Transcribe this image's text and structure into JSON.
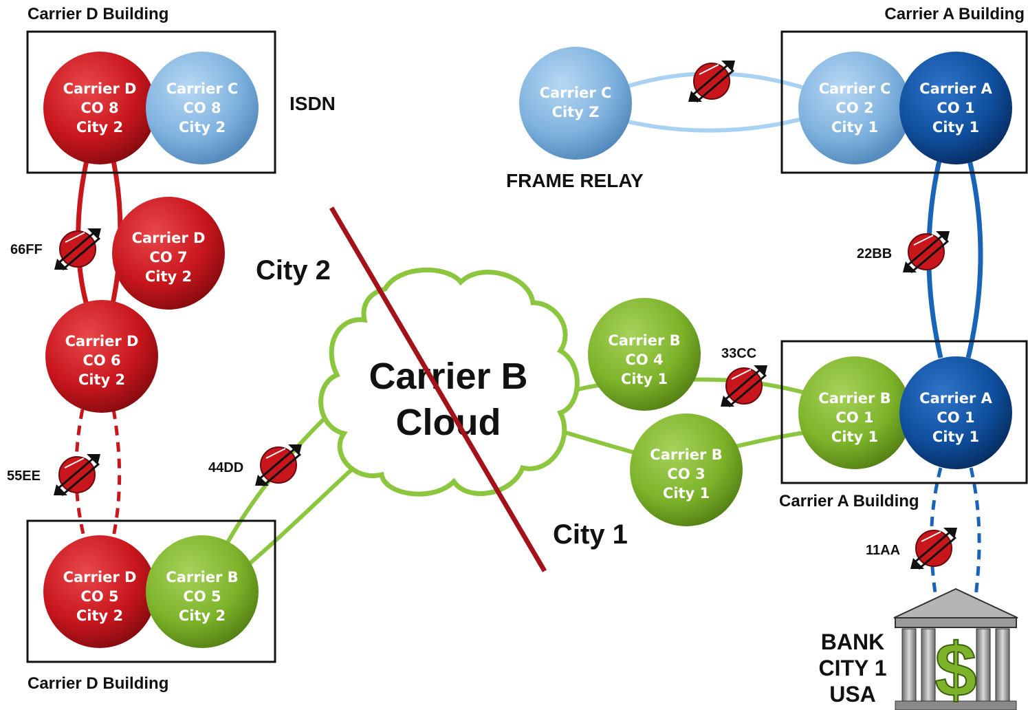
{
  "colors": {
    "carrier_d": "#c8161d",
    "carrier_c": "#7fb2de",
    "carrier_a": "#0f4f9e",
    "carrier_b": "#7db32a",
    "city_divider": "#a3121a",
    "line_blue_light": "#a9d1f2",
    "line_blue_dark": "#1a64b8"
  },
  "buildings": {
    "carrier_d_top": "Carrier D Building",
    "carrier_a_top": "Carrier A Building",
    "carrier_a_mid": "Carrier A Building",
    "carrier_d_bottom": "Carrier D Building"
  },
  "labels": {
    "isdn": "ISDN",
    "frame_relay": "FRAME RELAY",
    "city2": "City 2",
    "city1": "City 1",
    "cloud_line1": "Carrier B",
    "cloud_line2": "Cloud"
  },
  "nodes": {
    "d_co8": [
      "Carrier D",
      "CO 8",
      "City 2"
    ],
    "c_co8": [
      "Carrier C",
      "CO 8",
      "City 2"
    ],
    "cz": [
      "Carrier C",
      "City Z"
    ],
    "c_co2": [
      "Carrier C",
      "CO 2",
      "City 1"
    ],
    "a_co1_top": [
      "Carrier A",
      "CO 1",
      "City 1"
    ],
    "d_co7": [
      "Carrier D",
      "CO 7",
      "City 2"
    ],
    "d_co6": [
      "Carrier D",
      "CO 6",
      "City 2"
    ],
    "b_co4": [
      "Carrier B",
      "CO 4",
      "City 1"
    ],
    "b_co3": [
      "Carrier B",
      "CO 3",
      "City 1"
    ],
    "b_co1": [
      "Carrier B",
      "CO 1",
      "City 1"
    ],
    "a_co1_bot": [
      "Carrier A",
      "CO 1",
      "City 1"
    ],
    "d_co5": [
      "Carrier D",
      "CO 5",
      "City 2"
    ],
    "b_co5": [
      "Carrier B",
      "CO 5",
      "City 2"
    ]
  },
  "circuits": {
    "c66ff": "66FF",
    "c55ee": "55EE",
    "c44dd": "44DD",
    "c33cc": "33CC",
    "c22bb": "22BB",
    "c11aa": "11AA"
  },
  "bank": {
    "line1": "BANK",
    "line2": "CITY 1",
    "line3": "USA",
    "symbol": "$"
  }
}
